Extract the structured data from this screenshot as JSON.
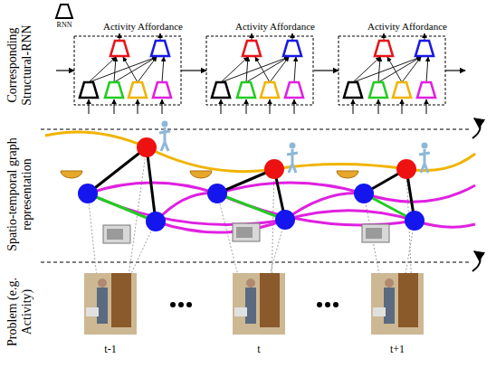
{
  "diagram": {
    "nodes": [
      {
        "text": [
          "RNN"
        ]
      },
      {
        "text": [
          "Activity"
        ]
      },
      {
        "text": [
          "Affordance"
        ]
      },
      {
        "text": [
          "Activity"
        ]
      },
      {
        "text": [
          "Affordance"
        ]
      },
      {
        "text": [
          "Activity"
        ]
      },
      {
        "text": [
          "Affordance"
        ]
      }
    ],
    "labels": [
      "Corresponding Structural-RNN",
      "Spatio-temporal graph representation",
      "Problem (e.g. Activity)",
      "t-1",
      "t",
      "t+1"
    ]
  }
}
